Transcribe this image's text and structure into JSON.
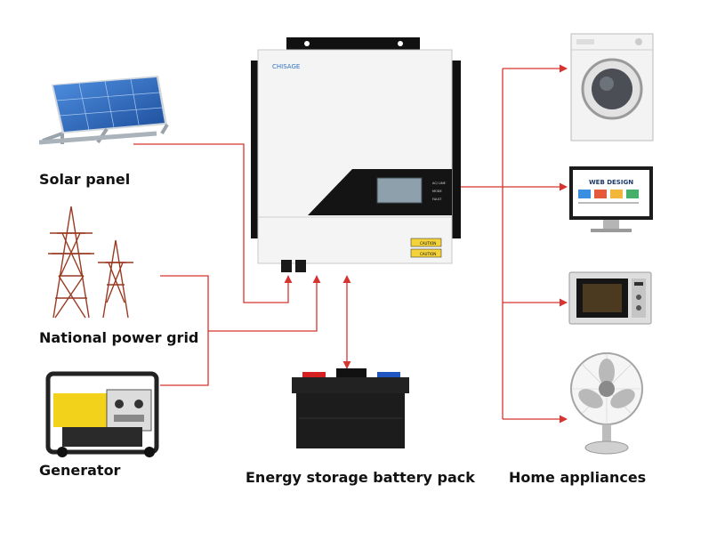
{
  "labels": {
    "solar_panel": "Solar panel",
    "national_grid": "National power grid",
    "generator": "Generator",
    "battery": "Energy storage battery pack",
    "home_appliances": "Home appliances"
  },
  "inverter": {
    "brand": "CHISAGE",
    "buttons": [
      "AC/ LINE",
      "MODE",
      "FAULT"
    ],
    "caution_1": "CAUTION",
    "caution_2": "CAUTION"
  },
  "monitor": {
    "heading": "WEB DESIGN"
  },
  "colors": {
    "connector_line": "#d7342f",
    "inverter_body": "#f4f4f4",
    "inverter_dark": "#141414",
    "battery_body": "#1c1c1c",
    "battery_terminal_red": "#d42020",
    "battery_terminal_blue": "#1f56c2",
    "solar_cell": "#2f6fc4",
    "generator_yellow": "#f2d21b"
  }
}
